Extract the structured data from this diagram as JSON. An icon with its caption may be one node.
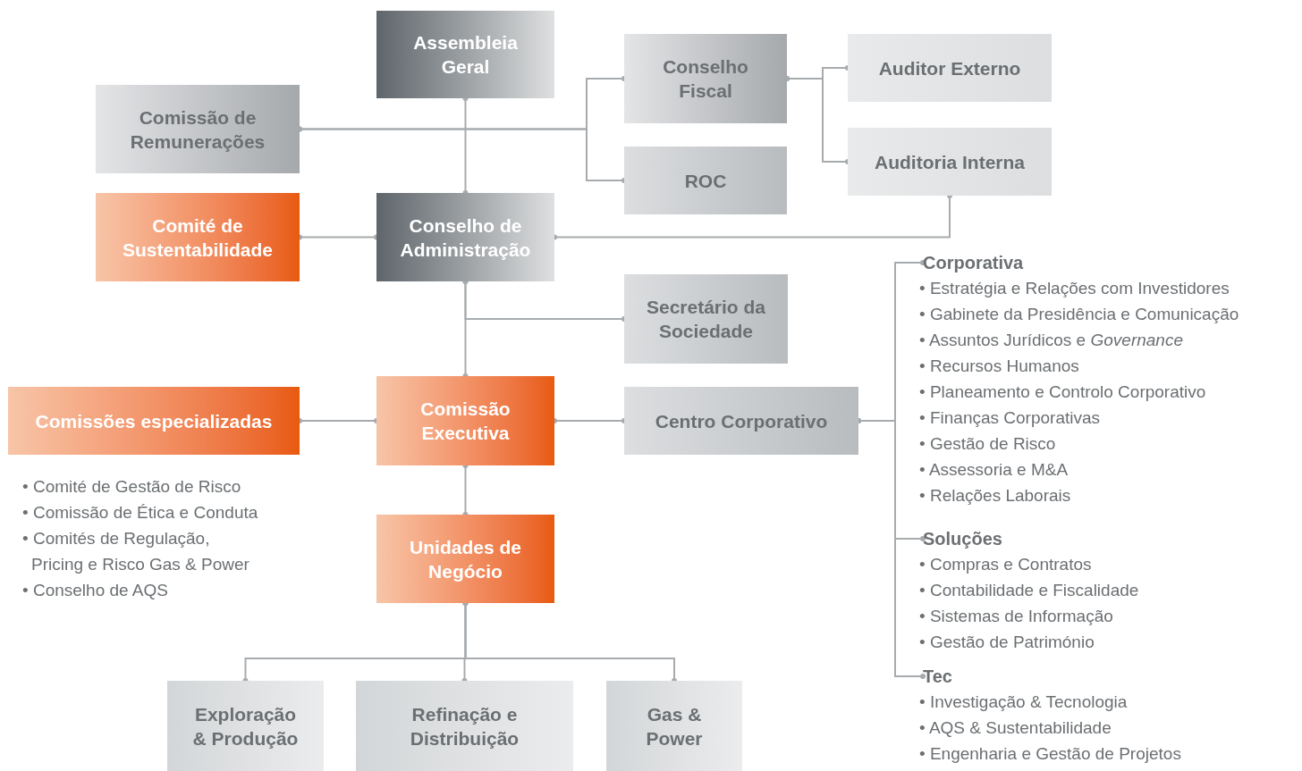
{
  "diagram": {
    "nodes": [
      {
        "text": [
          "Assembleia Geral"
        ]
      },
      {
        "text": [
          "Conselho Fiscal"
        ]
      },
      {
        "text": [
          "Auditor Externo"
        ]
      },
      {
        "text": [
          "Comissão de Remunerações"
        ]
      },
      {
        "text": [
          "ROC"
        ]
      },
      {
        "text": [
          "Auditoria Interna"
        ]
      },
      {
        "text": [
          "Comité de Sustentabilidade"
        ]
      },
      {
        "text": [
          "Conselho de Administração"
        ]
      },
      {
        "text": [
          "Secretário da Sociedade"
        ]
      },
      {
        "text": [
          "Comissões especializadas"
        ],
        "beside": [
          "• Comité de Gestão de Risco",
          "• Comissão de Ética e Conduta",
          "• Comités de Regulação, Pricing e Risco Gas & Power",
          "• Conselho de AQS"
        ]
      },
      {
        "text": [
          "Comissão Executiva"
        ]
      },
      {
        "text": [
          "Centro Corporativo"
        ]
      },
      {
        "text": [
          "Unidades de Negócio"
        ]
      },
      {
        "text": [
          "Corporativa"
        ],
        "beside": [
          "• Estratégia e Relações com Investidores",
          "• Gabinete da Presidência e Comunicação",
          "• Assuntos Jurídicos e *Governance*",
          "• Recursos Humanos",
          "• Planeamento e Controlo Corporativo",
          "• Finanças Corporativas",
          "• Gestão de Risco",
          "• Assessoria e M&A",
          "• Relações Laborais"
        ]
      },
      {
        "text": [
          "Soluções"
        ],
        "beside": [
          "• Compras e Contratos",
          "• Contabilidade e Fiscalidade",
          "• Sistemas de Informação",
          "• Gestão de Património"
        ]
      },
      {
        "text": [
          "Tec"
        ],
        "beside": [
          "• Investigação & Tecnologia",
          "• AQS & Sustentabilidade",
          "• Engenharia e Gestão de Projetos"
        ]
      },
      {
        "text": [
          "Exploração & Produção"
        ]
      },
      {
        "text": [
          "Refinação e Distribuição"
        ]
      },
      {
        "text": [
          "Gas & Power"
        ]
      }
    ],
    "edges": [
      {
        "from": 0,
        "to": 7,
        "arrow": "other"
      },
      {
        "from": 3,
        "to": 1,
        "arrow": "other"
      },
      {
        "from": 3,
        "to": 4,
        "arrow": "other"
      },
      {
        "from": 1,
        "to": 2,
        "arrow": "other"
      },
      {
        "from": 1,
        "to": 5,
        "arrow": "other"
      },
      {
        "from": 5,
        "to": 7,
        "arrow": "other"
      },
      {
        "from": 6,
        "to": 7,
        "arrow": "other"
      },
      {
        "from": 7,
        "to": 10,
        "arrow": "other"
      },
      {
        "from": 7,
        "to": 8,
        "arrow": "other"
      },
      {
        "from": 9,
        "to": 10,
        "arrow": "other"
      },
      {
        "from": 10,
        "to": 11,
        "arrow": "other"
      },
      {
        "from": 10,
        "to": 12,
        "arrow": "other"
      },
      {
        "from": 11,
        "to": 13,
        "arrow": "other"
      },
      {
        "from": 11,
        "to": 14,
        "arrow": "other"
      },
      {
        "from": 11,
        "to": 15,
        "arrow": "other"
      },
      {
        "from": 12,
        "to": 16,
        "arrow": "other"
      },
      {
        "from": 12,
        "to": 17,
        "arrow": "other"
      },
      {
        "from": 12,
        "to": 18,
        "arrow": "other"
      }
    ]
  }
}
